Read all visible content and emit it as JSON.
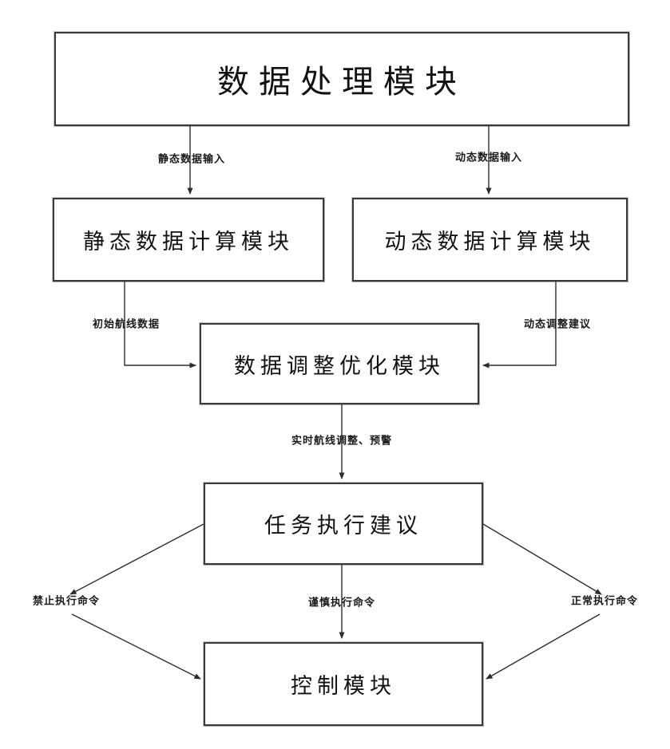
{
  "diagram": {
    "boxes": {
      "processing": "数据处理模块",
      "static_calc": "静态数据计算模块",
      "dynamic_calc": "动态数据计算模块",
      "optimization": "数据调整优化模块",
      "task_advice": "任务执行建议",
      "control": "控制模块"
    },
    "edge_labels": {
      "static_input": "静态数据输入",
      "dynamic_input": "动态数据输入",
      "initial_route_data": "初始航线数据",
      "dynamic_adjust_advice": "动态调整建议",
      "realtime_adjust_warning": "实时航线调整、预警",
      "forbid_command": "禁止执行命令",
      "caution_command": "谨慎执行命令",
      "normal_command": "正常执行命令"
    },
    "colors": {
      "line": "#2e2e2e",
      "box_border": "#3b3b3b",
      "text": "#141414",
      "background": "#ffffff"
    }
  }
}
